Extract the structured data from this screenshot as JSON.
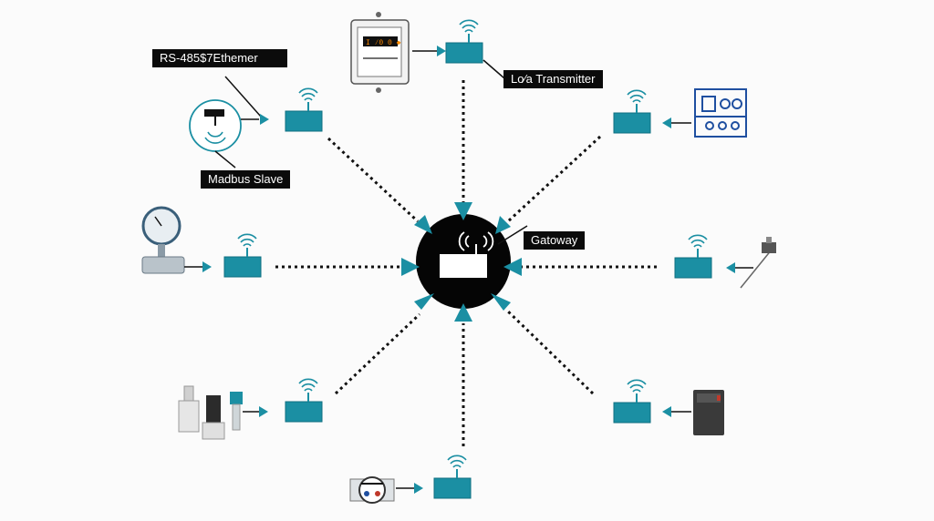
{
  "labels": {
    "rs485": "RS-485$7Ethemer",
    "modbus": "Madbus Slave",
    "lora": "Lo⁄a Transmitter",
    "gateway": "Gatoway"
  },
  "meter_display": "I ⁄0 0 ◆",
  "colors": {
    "transmitter": "#1b8fa3",
    "hub": "#050505",
    "line": "#111111",
    "icon_blue": "#1f4fa0"
  }
}
